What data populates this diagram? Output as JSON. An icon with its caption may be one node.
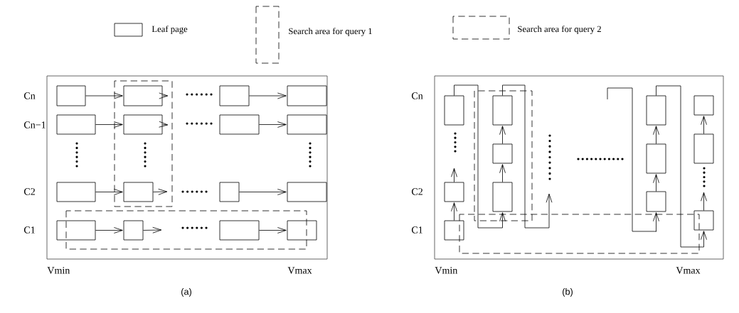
{
  "diagram": {
    "nodes": [
      {
        "text": [],
        "shape": "box"
      },
      {
        "text": [],
        "shape": "box"
      },
      {
        "text": [],
        "shape": "box"
      },
      {
        "text": [],
        "shape": "box"
      },
      {
        "text": [],
        "shape": "box"
      },
      {
        "text": [],
        "shape": "box"
      },
      {
        "text": [],
        "shape": "box"
      },
      {
        "text": [],
        "shape": "box"
      },
      {
        "text": [],
        "shape": "box"
      },
      {
        "text": [],
        "shape": "box"
      },
      {
        "text": [],
        "shape": "box"
      },
      {
        "text": [],
        "shape": "box"
      },
      {
        "text": [],
        "shape": "box"
      },
      {
        "text": [],
        "shape": "box"
      },
      {
        "text": [],
        "shape": "box"
      },
      {
        "text": [],
        "shape": "box"
      },
      {
        "text": [],
        "shape": "box"
      },
      {
        "text": [],
        "shape": "box"
      },
      {
        "text": [],
        "shape": "box"
      },
      {
        "text": [],
        "shape": "box"
      },
      {
        "text": [],
        "shape": "box"
      },
      {
        "text": [],
        "shape": "box"
      },
      {
        "text": [],
        "shape": "box"
      },
      {
        "text": [],
        "shape": "box"
      },
      {
        "text": [],
        "shape": "box"
      },
      {
        "text": [],
        "shape": "box"
      },
      {
        "text": [],
        "shape": "box"
      },
      {
        "text": [],
        "shape": "box"
      }
    ],
    "edges": [
      {
        "from": 0,
        "to": 1,
        "arrow": "to"
      },
      {
        "from": 1,
        "to": null,
        "arrow": "to"
      },
      {
        "from": 2,
        "to": 3,
        "arrow": "to"
      },
      {
        "from": 4,
        "to": 5,
        "arrow": "to"
      },
      {
        "from": 5,
        "to": null,
        "arrow": "to"
      },
      {
        "from": 6,
        "to": 7,
        "arrow": "to"
      },
      {
        "from": 8,
        "to": 9,
        "arrow": "to"
      },
      {
        "from": 9,
        "to": null,
        "arrow": "to"
      },
      {
        "from": 10,
        "to": 11,
        "arrow": "to"
      },
      {
        "from": 12,
        "to": 13,
        "arrow": "to"
      },
      {
        "from": 13,
        "to": null,
        "arrow": "to"
      },
      {
        "from": 14,
        "to": 15,
        "arrow": "to"
      },
      {
        "from": 18,
        "to": 17,
        "arrow": "to"
      },
      {
        "from": 17,
        "to": null,
        "arrow": "to"
      },
      {
        "from": 16,
        "to": 21,
        "arrow": "to"
      },
      {
        "from": 21,
        "to": 20,
        "arrow": "to"
      },
      {
        "from": 20,
        "to": 19,
        "arrow": "to"
      },
      {
        "from": 19,
        "to": null,
        "arrow": "to"
      },
      {
        "from": null,
        "to": 24,
        "arrow": "to"
      },
      {
        "from": 24,
        "to": 23,
        "arrow": "to"
      },
      {
        "from": 23,
        "to": 22,
        "arrow": "to"
      },
      {
        "from": 22,
        "to": 27,
        "arrow": "to"
      },
      {
        "from": 27,
        "to": null,
        "arrow": "to"
      },
      {
        "from": 26,
        "to": 25,
        "arrow": "to"
      }
    ],
    "labels": [
      "Cn",
      "Cn−1",
      "C2",
      "C1",
      "Vmin",
      "Vmax",
      "(a)",
      "Cn",
      "C2",
      "C1",
      "Vmin",
      "Vmax",
      "(b)"
    ],
    "legend": [
      {
        "text": "Leaf page"
      },
      {
        "text": "Search area for query 1"
      },
      {
        "text": "Search area for query 2"
      }
    ]
  }
}
